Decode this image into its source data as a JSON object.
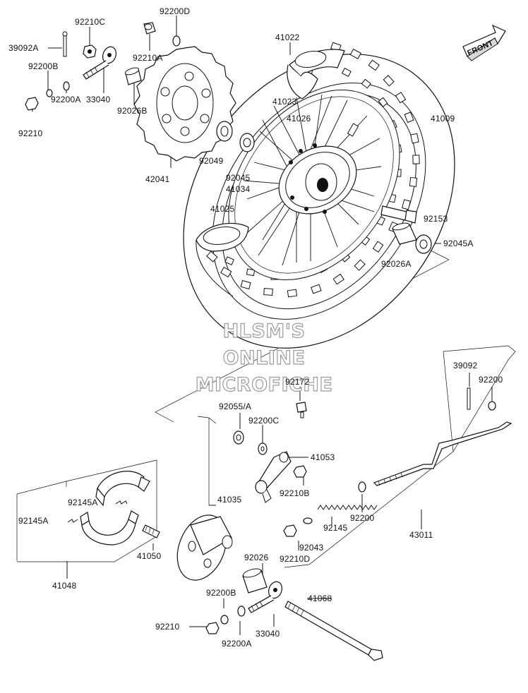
{
  "watermark": {
    "line1": "HLSM'S",
    "line2": "ONLINE",
    "line3": "MICROFICHE"
  },
  "front_arrow": {
    "label": "FRONT"
  },
  "part_labels": {
    "p39092A": "39092A",
    "p92210C": "92210C",
    "p92200D": "92200D",
    "p92210A": "92210A",
    "p92200B_top": "92200B",
    "p33040_top": "33040",
    "p92200A_top": "92200A",
    "p92026B": "92026B",
    "p92210_top": "92210",
    "p41022": "41022",
    "p41023": "41023",
    "p41026": "41026",
    "p41009": "41009",
    "p42041": "42041",
    "p92049": "92049",
    "p92045": "92045",
    "p41034": "41034",
    "p41025": "41025",
    "p92153": "92153",
    "p92045A": "92045A",
    "p92026A": "92026A",
    "p39092": "39092",
    "p92200_r": "92200",
    "p92172": "92172",
    "p92055A": "92055/A",
    "p92200C": "92200C",
    "p41053": "41053",
    "p92210B": "92210B",
    "p92145A_1": "92145A",
    "p92145A_2": "92145A",
    "p41035": "41035",
    "p92200_m": "92200",
    "p92145": "92145",
    "p43011": "43011",
    "p92043": "92043",
    "p92210D": "92210D",
    "p41050": "41050",
    "p41048": "41048",
    "p92026": "92026",
    "p92200B_bot": "92200B",
    "p41068": "41068",
    "p92210_bot": "92210",
    "p33040_bot": "33040",
    "p92200A_bot": "92200A"
  }
}
